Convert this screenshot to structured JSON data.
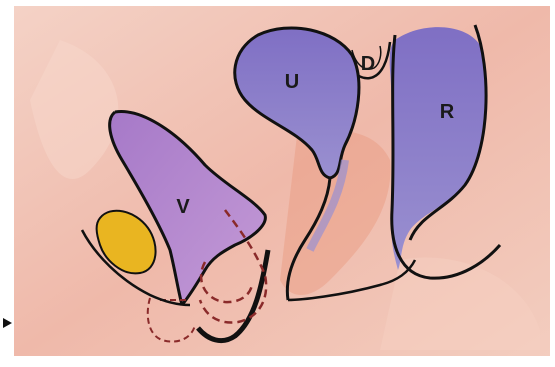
{
  "labels": {
    "v": "V",
    "u": "U",
    "d": "D",
    "r": "R"
  },
  "colors": {
    "background": "#f2c4b6",
    "organ_purple": "#8a78c8",
    "organ_violet": "#b07ccb",
    "yellow_mass": "#e9b521",
    "outline": "#111111",
    "dashed": "#8a2a2a"
  },
  "icons": {
    "pointer": "triangle-pointer-icon"
  }
}
